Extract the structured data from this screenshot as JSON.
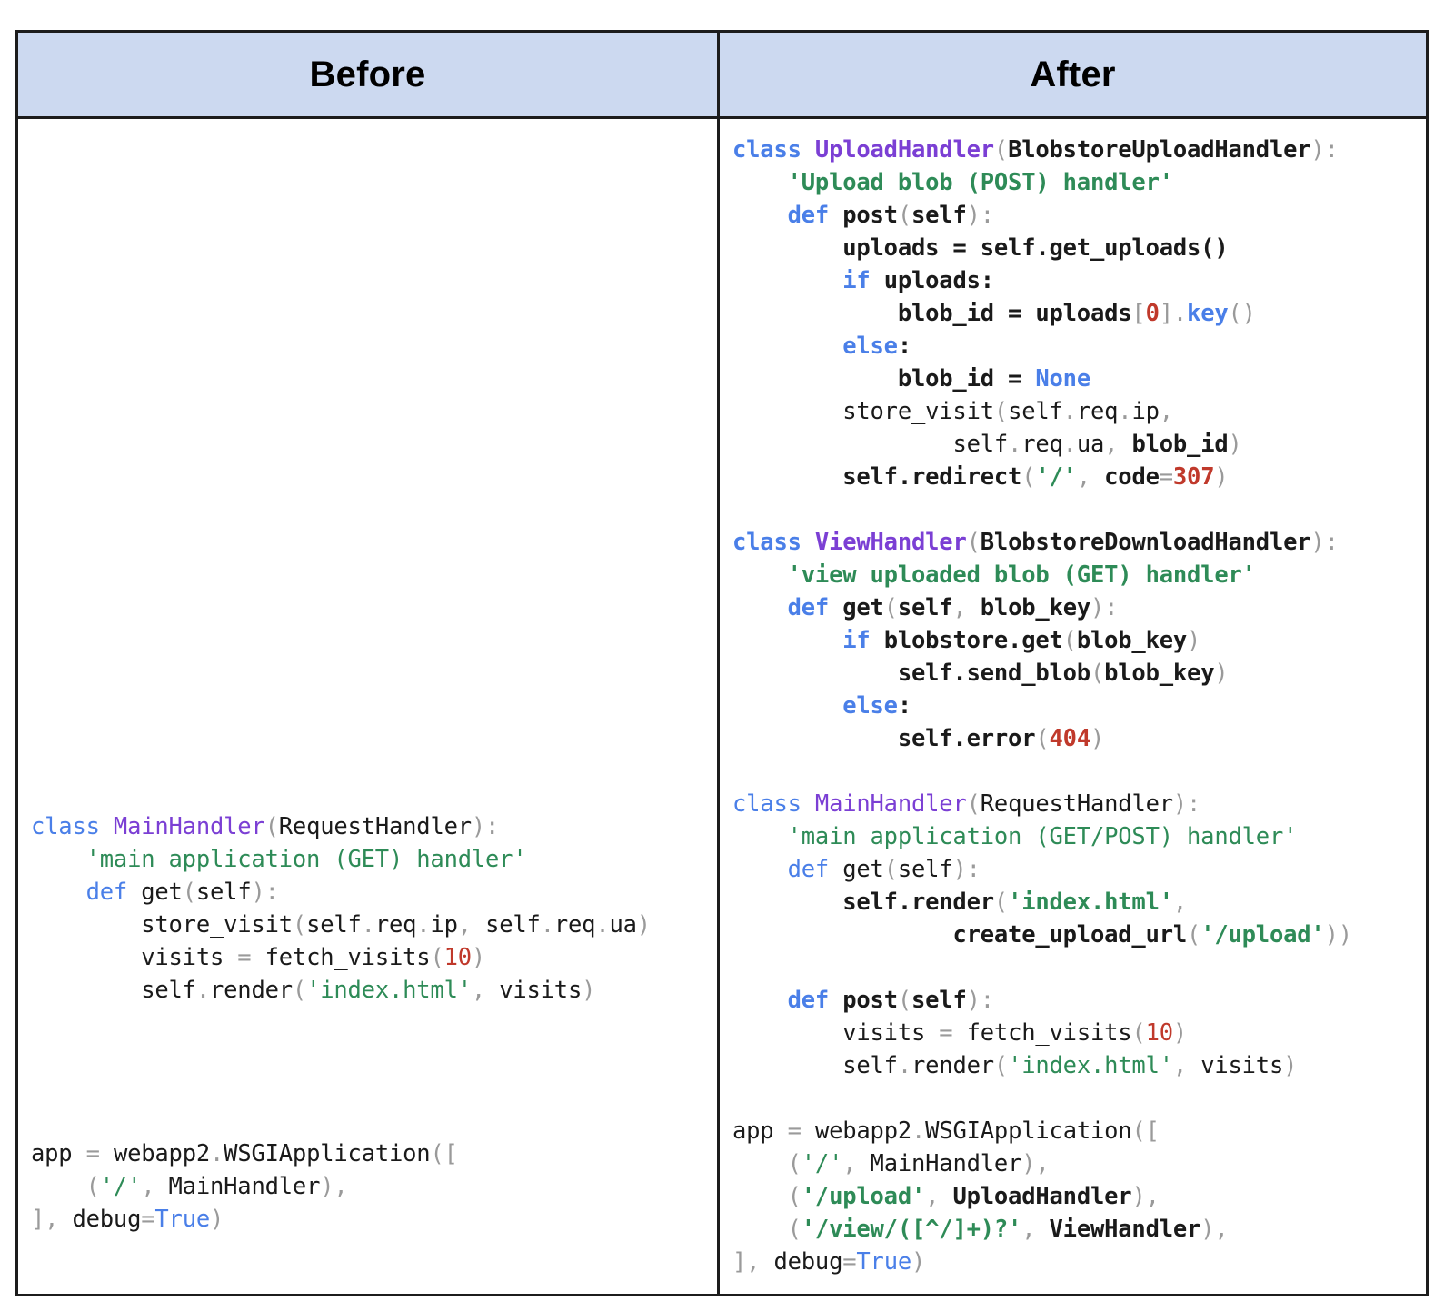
{
  "table": {
    "columns": [
      {
        "id": "before",
        "header": "Before"
      },
      {
        "id": "after",
        "header": "After"
      }
    ],
    "colors": {
      "header_background": "#ccd9f0",
      "border": "#1c1c1c",
      "keyword": "#4a7fe8",
      "class_name": "#7b3fd4",
      "string": "#2e8b57",
      "number": "#c0392b",
      "punctuation": "#9a9a9a",
      "text": "#1a1a1a",
      "page_background": "#ffffff"
    }
  },
  "before": {
    "language": "python",
    "code": "class MainHandler(RequestHandler):\n    'main application (GET) handler'\n    def get(self):\n        store_visit(self.req.ip, self.req.ua)\n        visits = fetch_visits(10)\n        self.render('index.html', visits)\n\n\napp = webapp2.WSGIApplication([\n    ('/', MainHandler),\n], debug=True)",
    "lines": [
      "class MainHandler(RequestHandler):",
      "    'main application (GET) handler'",
      "    def get(self):",
      "        store_visit(self.req.ip, self.req.ua)",
      "        visits = fetch_visits(10)",
      "        self.render('index.html', visits)",
      "",
      "",
      "app = webapp2.WSGIApplication([",
      "    ('/', MainHandler),",
      "], debug=True)"
    ]
  },
  "after": {
    "language": "python",
    "code": "class UploadHandler(BlobstoreUploadHandler):\n    'Upload blob (POST) handler'\n    def post(self):\n        uploads = self.get_uploads()\n        if uploads:\n            blob_id = uploads[0].key()\n        else:\n            blob_id = None\n        store_visit(self.req.ip,\n                self.req.ua, blob_id)\n        self.redirect('/', code=307)\n\nclass ViewHandler(BlobstoreDownloadHandler):\n    'view uploaded blob (GET) handler'\n    def get(self, blob_key):\n        if blobstore.get(blob_key)\n            self.send_blob(blob_key)\n        else:\n            self.error(404)\n\nclass MainHandler(RequestHandler):\n    'main application (GET/POST) handler'\n    def get(self):\n        self.render('index.html',\n                create_upload_url('/upload'))\n\n    def post(self):\n        visits = fetch_visits(10)\n        self.render('index.html', visits)\n\napp = webapp2.WSGIApplication([\n    ('/', MainHandler),\n    ('/upload', UploadHandler),\n    ('/view/([^/]+)?', ViewHandler),\n], debug=True)",
    "lines": [
      "class UploadHandler(BlobstoreUploadHandler):",
      "    'Upload blob (POST) handler'",
      "    def post(self):",
      "        uploads = self.get_uploads()",
      "        if uploads:",
      "            blob_id = uploads[0].key()",
      "        else:",
      "            blob_id = None",
      "        store_visit(self.req.ip,",
      "                self.req.ua, blob_id)",
      "        self.redirect('/', code=307)",
      "",
      "class ViewHandler(BlobstoreDownloadHandler):",
      "    'view uploaded blob (GET) handler'",
      "    def get(self, blob_key):",
      "        if blobstore.get(blob_key)",
      "            self.send_blob(blob_key)",
      "        else:",
      "            self.error(404)",
      "",
      "class MainHandler(RequestHandler):",
      "    'main application (GET/POST) handler'",
      "    def get(self):",
      "        self.render('index.html',",
      "                create_upload_url('/upload'))",
      "",
      "    def post(self):",
      "        visits = fetch_visits(10)",
      "        self.render('index.html', visits)",
      "",
      "app = webapp2.WSGIApplication([",
      "    ('/', MainHandler),",
      "    ('/upload', UploadHandler),",
      "    ('/view/([^/]+)?', ViewHandler),",
      "], debug=True)"
    ]
  }
}
